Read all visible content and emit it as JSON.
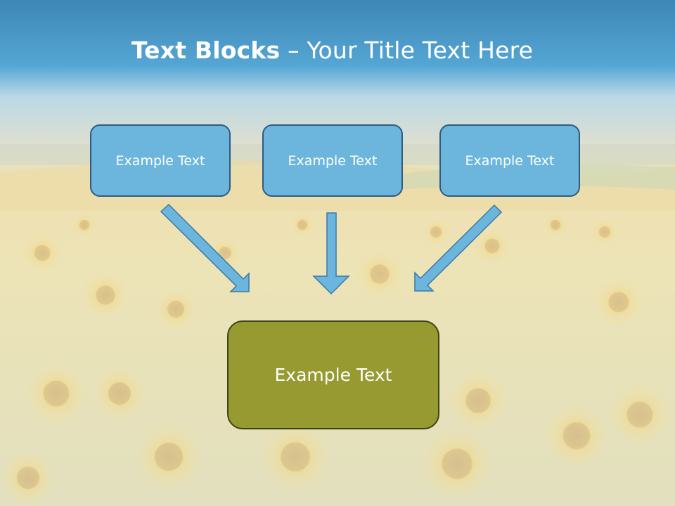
{
  "title": {
    "bold": "Text Blocks",
    "separator": " – ",
    "rest": "Your Title Text Here"
  },
  "blocks": [
    {
      "label": "Example Text"
    },
    {
      "label": "Example Text"
    },
    {
      "label": "Example Text"
    }
  ],
  "result_block": {
    "label": "Example Text"
  },
  "colors": {
    "sky": "#4fa3d1",
    "block_fill": "#6cb6dd",
    "block_border": "#2e5b82",
    "result_fill": "#979a31",
    "arrow_fill": "#6cb6dd"
  }
}
